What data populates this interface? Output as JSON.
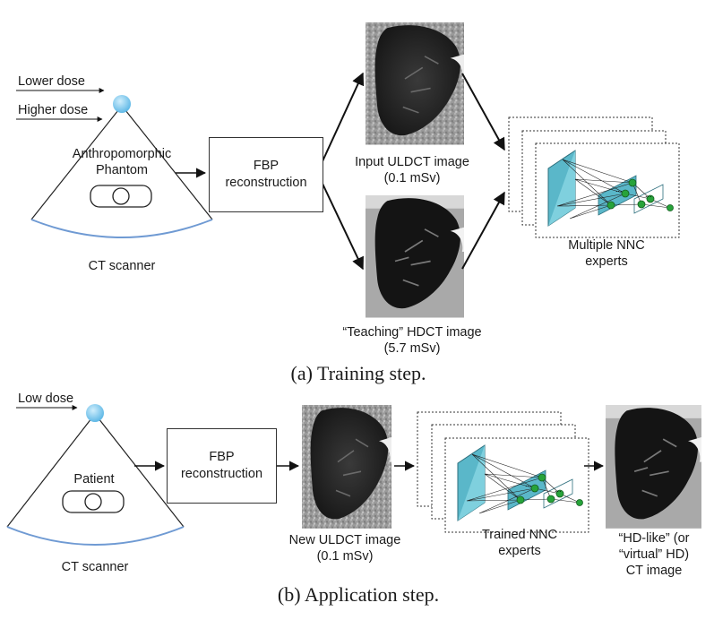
{
  "training": {
    "dose_lower": "Lower dose",
    "dose_higher": "Higher dose",
    "phantom_line1": "Anthropomorphic",
    "phantom_line2": "Phantom",
    "scanner": "CT scanner",
    "fbp_line1": "FBP",
    "fbp_line2": "reconstruction",
    "input_line1": "Input ULDCT image",
    "input_line2": "(0.1 mSv)",
    "teaching_line1": "“Teaching” HDCT image",
    "teaching_line2": "(5.7 mSv)",
    "experts_line1": "Multiple NNC",
    "experts_line2": "experts",
    "caption": "(a) Training step."
  },
  "application": {
    "dose": "Low dose",
    "patient": "Patient",
    "scanner": "CT scanner",
    "fbp_line1": "FBP",
    "fbp_line2": "reconstruction",
    "new_line1": "New ULDCT image",
    "new_line2": "(0.1 mSv)",
    "trained_line1": "Trained NNC",
    "trained_line2": "experts",
    "output_line1": "“HD-like” (or",
    "output_line2": "“virtual” HD)",
    "output_line3": "CT image",
    "caption": "(b) Application step."
  },
  "colors": {
    "source_dot": "#7ec8ec",
    "scanner_arc": "#6f9ad3",
    "network_fill": "#5ab7c9",
    "node_fill": "#27a33a",
    "arrow": "#111111"
  }
}
